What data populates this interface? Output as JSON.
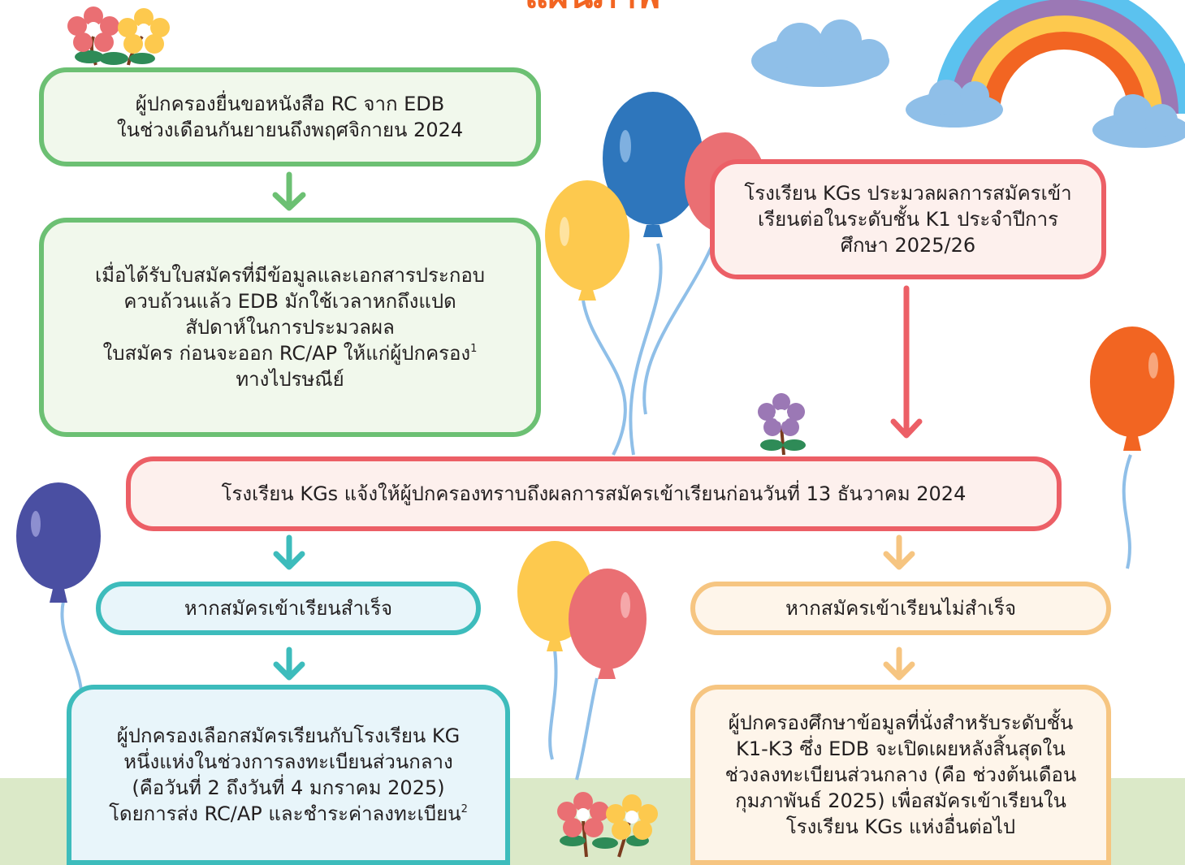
{
  "page": {
    "title": "แผนภาพ"
  },
  "flow": {
    "step1": {
      "lines": [
        "ผู้ปกครองยื่นขอหนังสือ RC จาก EDB",
        "ในช่วงเดือนกันยายนถึงพฤศจิกายน 2024"
      ]
    },
    "step2": {
      "lines": [
        "เมื่อได้รับใบสมัครที่มีข้อมูลและเอกสารประกอบ",
        "ควบถ้วนแล้ว EDB มักใช้เวลาหกถึงแปด",
        "สัปดาห์ในการประมวลผล"
      ],
      "line4": "ใบสมัคร ก่อนจะออก RC/AP ให้แก่ผู้ปกครอง",
      "line4_footnote": "1",
      "line5": "ทางไปรษณีย์"
    },
    "step3": {
      "lines": [
        "โรงเรียน KGs ประมวลผลการสมัครเข้า",
        "เรียนต่อในระดับชั้น K1 ประจำปีการ",
        "ศึกษา 2025/26"
      ]
    },
    "step4": {
      "text": "โรงเรียน KGs แจ้งให้ผู้ปกครองทราบถึงผลการสมัครเข้าเรียนก่อนวันที่ 13 ธันวาคม 2024"
    },
    "success": {
      "text": "หากสมัครเข้าเรียนสำเร็จ"
    },
    "fail": {
      "text": "หากสมัครเข้าเรียนไม่สำเร็จ"
    },
    "success_action": {
      "lines": [
        "ผู้ปกครองเลือกสมัครเรียนกับโรงเรียน  KG",
        "หนึ่งแห่งในช่วงการลงทะเบียนส่วนกลาง",
        "(คือวันที่ 2 ถึงวันที่ 4 มกราคม 2025)"
      ],
      "line4": "โดยการส่ง RC/AP และชำระค่าลงทะเบียน",
      "line4_footnote": "2"
    },
    "fail_action": {
      "lines": [
        "ผู้ปกครองศึกษาข้อมูลที่นั่งสำหรับระดับชั้น",
        "K1-K3 ซึ่ง EDB จะเปิดเผยหลังสิ้นสุดใน",
        "ช่วงลงทะเบียนส่วนกลาง (คือ ช่วงต้นเดือน",
        "กุมภาพันธ์ 2025) เพื่อสมัครเข้าเรียนใน",
        "โรงเรียน KGs แห่งอื่นต่อไป"
      ]
    }
  },
  "colors": {
    "green": "#6cc073",
    "red": "#ec5f66",
    "teal": "#3dbcbc",
    "orange": "#f6c581",
    "title": "#f26522"
  },
  "decorations": [
    "flower-icon",
    "balloon-icon",
    "cloud-icon",
    "rainbow-icon"
  ]
}
